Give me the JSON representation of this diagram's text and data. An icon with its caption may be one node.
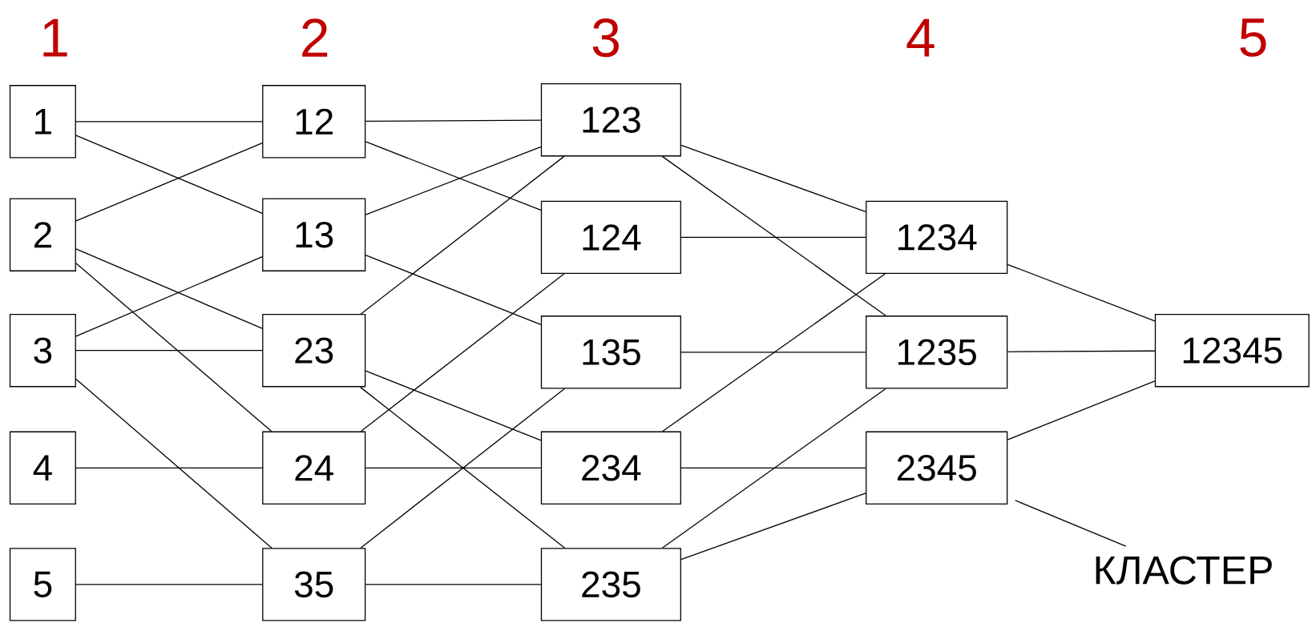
{
  "diagram": {
    "nodes": [
      {
        "text": [
          "1"
        ]
      },
      {
        "text": [
          "2"
        ]
      },
      {
        "text": [
          "3"
        ]
      },
      {
        "text": [
          "4"
        ]
      },
      {
        "text": [
          "5"
        ]
      },
      {
        "text": [
          "12"
        ]
      },
      {
        "text": [
          "13"
        ]
      },
      {
        "text": [
          "23"
        ]
      },
      {
        "text": [
          "24"
        ]
      },
      {
        "text": [
          "35"
        ]
      },
      {
        "text": [
          "123"
        ]
      },
      {
        "text": [
          "124"
        ]
      },
      {
        "text": [
          "135"
        ]
      },
      {
        "text": [
          "234"
        ]
      },
      {
        "text": [
          "235"
        ]
      },
      {
        "text": [
          "1234"
        ]
      },
      {
        "text": [
          "1235"
        ]
      },
      {
        "text": [
          "2345"
        ]
      },
      {
        "text": [
          "12345"
        ]
      },
      {
        "text": [
          "КЛАСТЕР"
        ]
      }
    ],
    "edges": [
      {
        "from": 0,
        "to": 5,
        "arrow": "none"
      },
      {
        "from": 0,
        "to": 6,
        "arrow": "none"
      },
      {
        "from": 1,
        "to": 5,
        "arrow": "none"
      },
      {
        "from": 1,
        "to": 7,
        "arrow": "none"
      },
      {
        "from": 1,
        "to": 8,
        "arrow": "none"
      },
      {
        "from": 2,
        "to": 6,
        "arrow": "none"
      },
      {
        "from": 2,
        "to": 7,
        "arrow": "none"
      },
      {
        "from": 2,
        "to": 9,
        "arrow": "none"
      },
      {
        "from": 3,
        "to": 8,
        "arrow": "none"
      },
      {
        "from": 4,
        "to": 9,
        "arrow": "none"
      },
      {
        "from": 5,
        "to": 10,
        "arrow": "none"
      },
      {
        "from": 5,
        "to": 11,
        "arrow": "none"
      },
      {
        "from": 6,
        "to": 10,
        "arrow": "none"
      },
      {
        "from": 6,
        "to": 12,
        "arrow": "none"
      },
      {
        "from": 7,
        "to": 10,
        "arrow": "none"
      },
      {
        "from": 7,
        "to": 13,
        "arrow": "none"
      },
      {
        "from": 7,
        "to": 14,
        "arrow": "none"
      },
      {
        "from": 8,
        "to": 11,
        "arrow": "none"
      },
      {
        "from": 8,
        "to": 13,
        "arrow": "none"
      },
      {
        "from": 9,
        "to": 12,
        "arrow": "none"
      },
      {
        "from": 9,
        "to": 14,
        "arrow": "none"
      },
      {
        "from": 10,
        "to": 15,
        "arrow": "none"
      },
      {
        "from": 10,
        "to": 16,
        "arrow": "none"
      },
      {
        "from": 11,
        "to": 15,
        "arrow": "none"
      },
      {
        "from": 12,
        "to": 16,
        "arrow": "none"
      },
      {
        "from": 13,
        "to": 15,
        "arrow": "none"
      },
      {
        "from": 13,
        "to": 17,
        "arrow": "none"
      },
      {
        "from": 14,
        "to": 16,
        "arrow": "none"
      },
      {
        "from": 14,
        "to": 17,
        "arrow": "none"
      },
      {
        "from": 15,
        "to": 18,
        "arrow": "none"
      },
      {
        "from": 16,
        "to": 18,
        "arrow": "none"
      },
      {
        "from": 17,
        "to": 18,
        "arrow": "none"
      },
      {
        "from": 19,
        "to": 17,
        "arrow": "none"
      }
    ],
    "labels": [
      "1",
      "2",
      "3",
      "4",
      "5"
    ]
  }
}
